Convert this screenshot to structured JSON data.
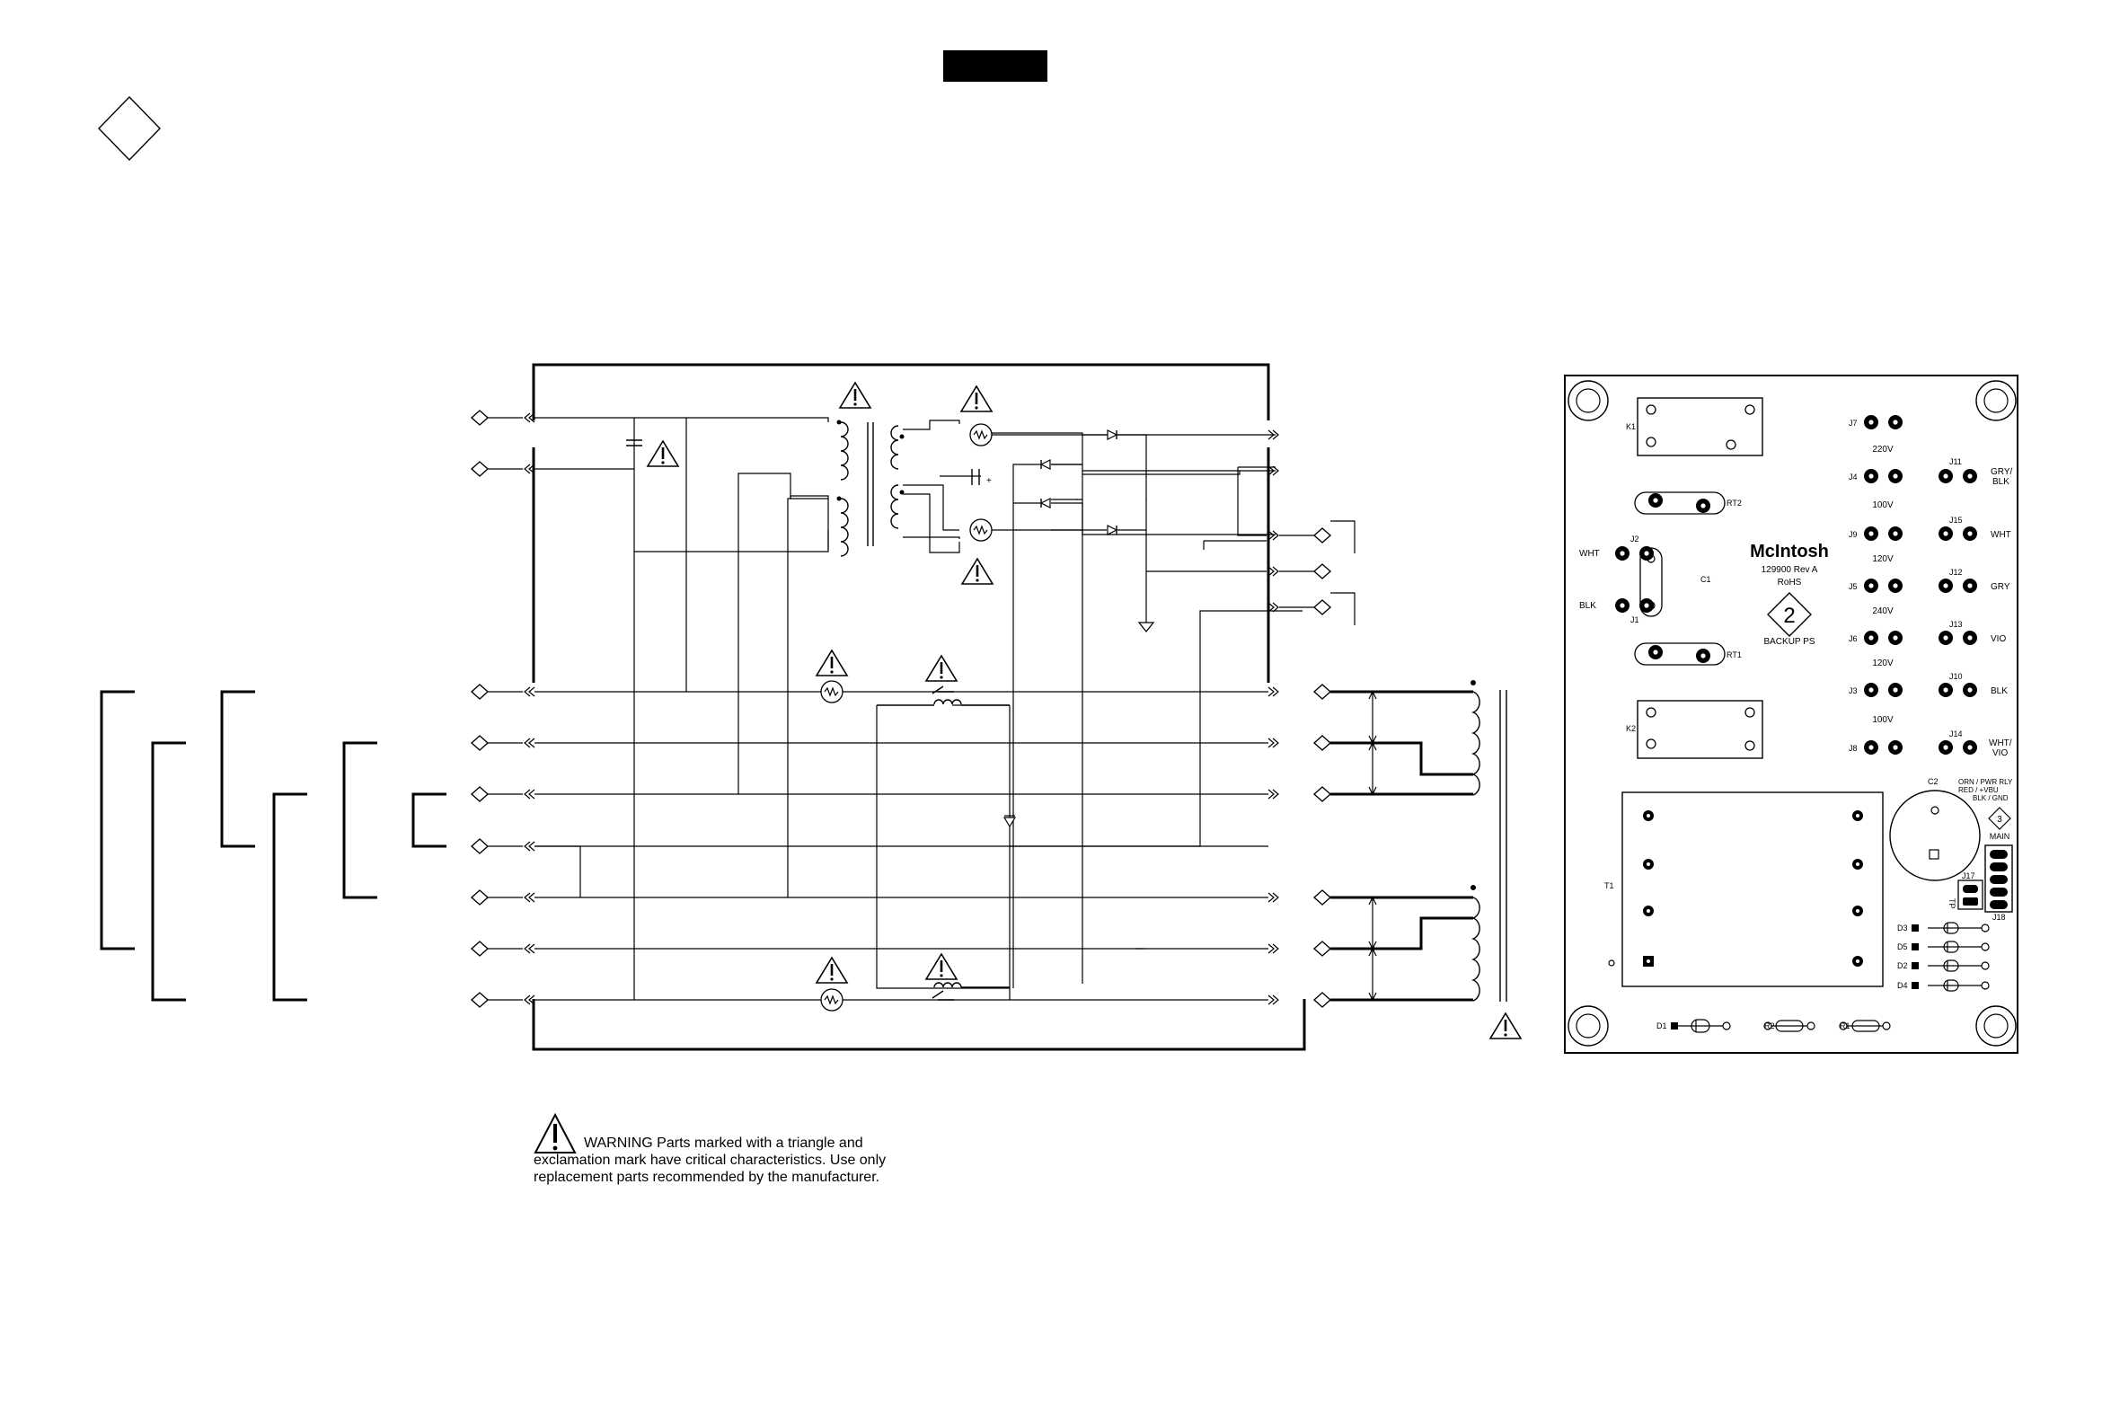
{
  "warning": {
    "text": "WARNING Parts marked with a triangle and exclamation mark have critical characteristics. Use only replacement parts recommended by the manufacturer."
  },
  "pcb": {
    "logo": "McIntosh",
    "part_number": "129900  Rev A",
    "rohs": "RoHS",
    "badge": "2",
    "board_name": "BACKUP PS",
    "refs": {
      "k1": "K1",
      "k2": "K2",
      "rt1": "RT1",
      "rt2": "RT2",
      "c1": "C1",
      "c2": "C2",
      "t1": "T1",
      "j1": "J1",
      "j2": "J2",
      "j4": "J4",
      "j5": "J5",
      "j6": "J6",
      "j7": "J7",
      "j8": "J8",
      "j9": "J9",
      "j3": "J3",
      "j10": "J10",
      "j11": "J11",
      "j12": "J12",
      "j13": "J13",
      "j14": "J14",
      "j15": "J15",
      "j17": "J17",
      "j18": "J18",
      "d1": "D1",
      "d2": "D2",
      "d3": "D3",
      "d4": "D4",
      "d5": "D5",
      "r1": "R1",
      "r2": "R2",
      "tp": "TP"
    },
    "left_labels": {
      "wht": "WHT",
      "blk": "BLK"
    },
    "voltages": [
      "220V",
      "100V",
      "120V",
      "240V",
      "120V",
      "100V"
    ],
    "colors": [
      "GRY/",
      "BLK",
      "WHT",
      "GRY",
      "VIO",
      "BLK",
      "WHT/",
      "VIO"
    ],
    "connector_legend": [
      "ORN / PWR RLY",
      "RED / +VBU",
      "BLK / GND"
    ],
    "main_badge": "3",
    "main_label": "MAIN"
  }
}
